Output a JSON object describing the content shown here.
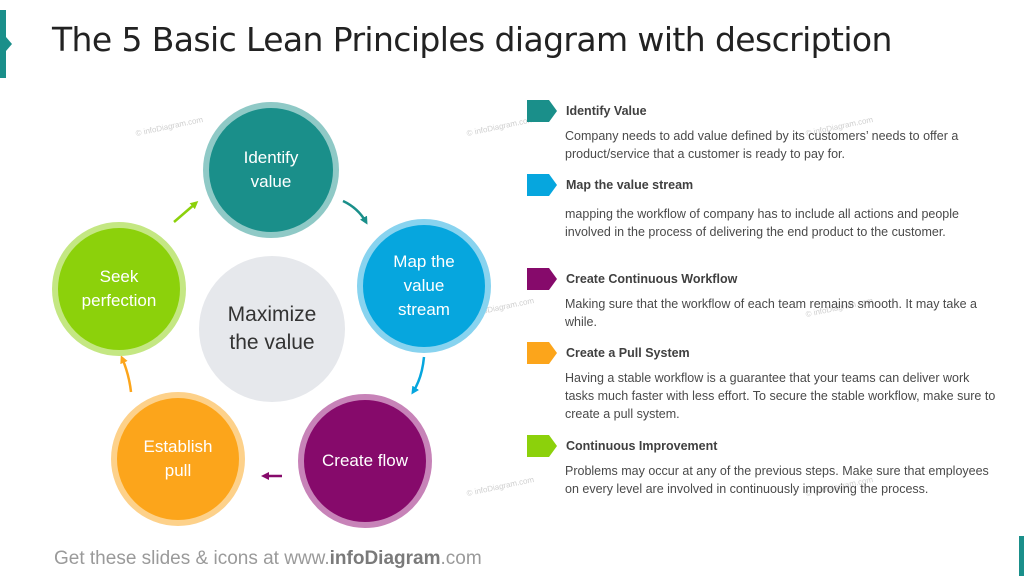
{
  "slide": {
    "title": "The 5 Basic Lean Principles diagram with description",
    "footer_prefix": "Get these slides  & icons  at www.",
    "footer_brand": "infoDiagram",
    "footer_suffix": ".com",
    "watermark": "© infoDiagram.com"
  },
  "diagram": {
    "center": "Maximize the value",
    "nodes": [
      {
        "id": "identify",
        "label": "Identify value",
        "color": "#1a8f8a"
      },
      {
        "id": "map",
        "label": "Map the value stream",
        "color": "#06a6de"
      },
      {
        "id": "flow",
        "label": "Create flow",
        "color": "#860a6b"
      },
      {
        "id": "pull",
        "label": "Establish pull",
        "color": "#fca51b"
      },
      {
        "id": "seek",
        "label": "Seek perfection",
        "color": "#8cd10b"
      }
    ]
  },
  "descriptions": [
    {
      "heading": "Identify Value",
      "text": "Company needs to add value defined by its customers’ needs to offer a product/service that a customer is ready to pay for.",
      "color": "#1a8f8a"
    },
    {
      "heading": "Map the value stream",
      "text": "mapping the workflow of company has to include all actions and people involved in the process of delivering the end product to the customer.",
      "color": "#06a6de"
    },
    {
      "heading": "Create Continuous Workflow",
      "text": "Making sure that the workflow of each team remains smooth. It may take a while.",
      "color": "#860a6b"
    },
    {
      "heading": "Create a Pull System",
      "text": "Having a stable workflow is a guarantee that your teams can deliver work tasks much faster with less effort. To secure the stable workflow, make sure to create a pull system.",
      "color": "#fca51b"
    },
    {
      "heading": "Continuous Improvement",
      "text": "Problems may occur at any of the previous steps. Make sure that employees on every level are involved in continuously improving the process.",
      "color": "#8cd10b"
    }
  ]
}
